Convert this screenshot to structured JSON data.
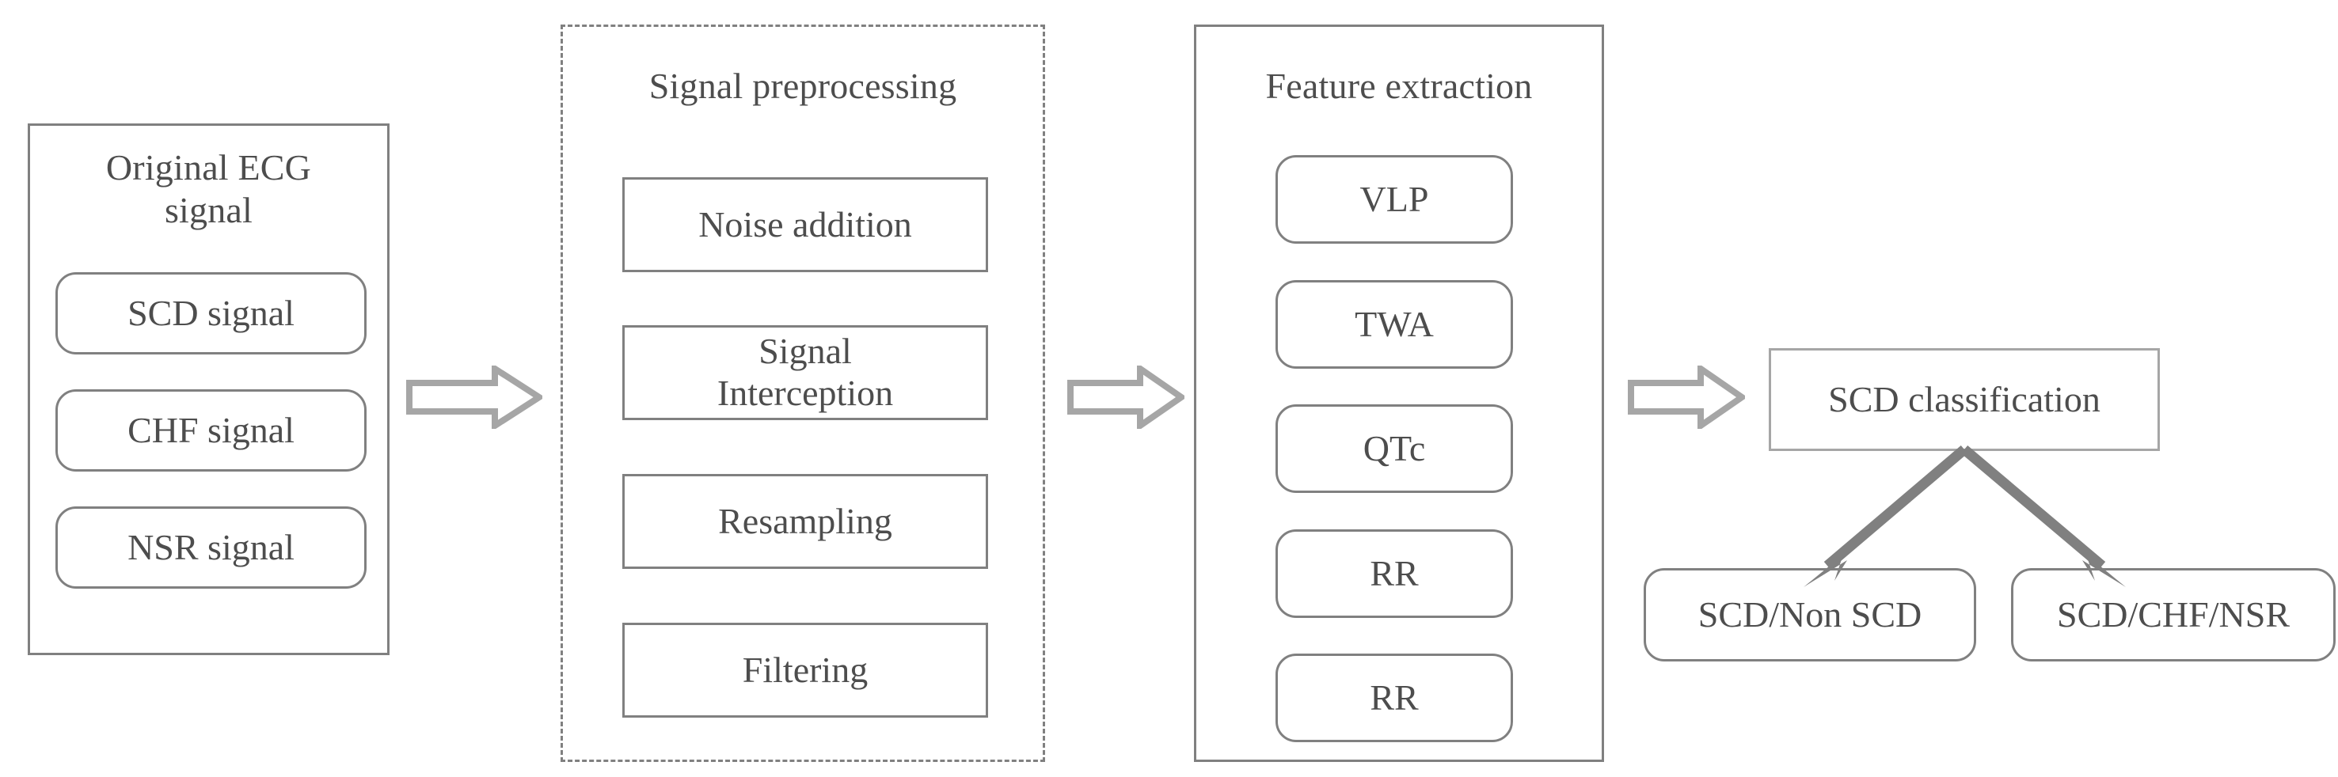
{
  "diagram": {
    "title": "SCD classification pipeline flowchart",
    "colors": {
      "border": "#808080",
      "text": "#4d4d4d",
      "block_arrow": "#a6a6a6",
      "line_arrow": "#808080",
      "background": "#ffffff"
    },
    "stages": [
      {
        "id": "original-ecg-signal",
        "title": "Original ECG\nsignal",
        "border_style": "solid",
        "items": [
          {
            "label": "SCD signal",
            "shape": "rounded"
          },
          {
            "label": "CHF signal",
            "shape": "rounded"
          },
          {
            "label": "NSR signal",
            "shape": "rounded"
          }
        ]
      },
      {
        "id": "signal-preprocessing",
        "title": "Signal preprocessing",
        "border_style": "dashed",
        "items": [
          {
            "label": "Noise addition",
            "shape": "rect"
          },
          {
            "label": "Signal\nInterception",
            "shape": "rect"
          },
          {
            "label": "Resampling",
            "shape": "rect"
          },
          {
            "label": "Filtering",
            "shape": "rect"
          }
        ]
      },
      {
        "id": "feature-extraction",
        "title": "Feature extraction",
        "border_style": "solid",
        "items": [
          {
            "label": "VLP",
            "shape": "rounded"
          },
          {
            "label": "TWA",
            "shape": "rounded"
          },
          {
            "label": "QTc",
            "shape": "rounded"
          },
          {
            "label": "RR",
            "shape": "rounded"
          },
          {
            "label": "RR",
            "shape": "rounded"
          }
        ]
      }
    ],
    "classification": {
      "label": "SCD classification",
      "outputs": [
        {
          "label": "SCD/Non SCD",
          "shape": "rounded"
        },
        {
          "label": "SCD/CHF/NSR",
          "shape": "rounded"
        }
      ]
    },
    "connectors": [
      {
        "id": "arrow-original-to-preprocessing",
        "type": "block-arrow",
        "direction": "right"
      },
      {
        "id": "arrow-preprocessing-to-features",
        "type": "block-arrow",
        "direction": "right"
      },
      {
        "id": "arrow-features-to-classification",
        "type": "block-arrow",
        "direction": "right"
      },
      {
        "id": "arrow-classification-to-scd-non-scd",
        "type": "line-arrow",
        "direction": "down-left"
      },
      {
        "id": "arrow-classification-to-scd-chf-nsr",
        "type": "line-arrow",
        "direction": "down-right"
      }
    ]
  }
}
